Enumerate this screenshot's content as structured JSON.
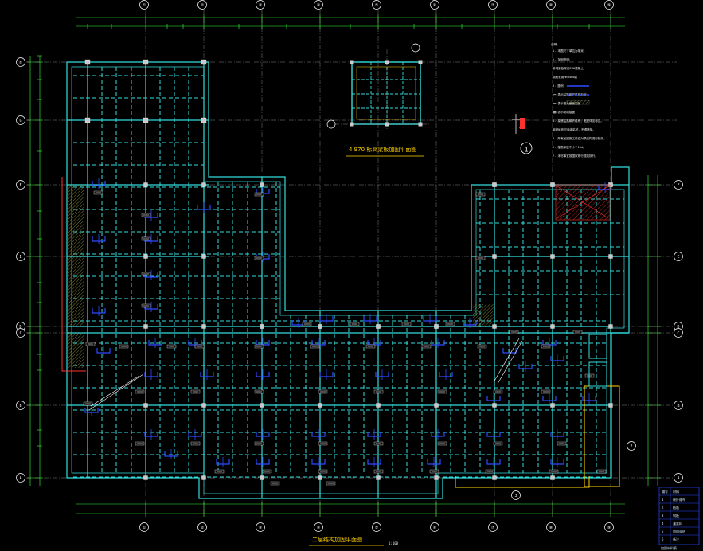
{
  "drawing": {
    "main_title": "二层结构加固平面图",
    "detail_title": "4.970 标高梁板加固平面图",
    "scale_note": "1:100"
  },
  "axes": {
    "top_labels": [
      "①",
      "②",
      "③",
      "④",
      "⑤",
      "⑥",
      "⑦",
      "⑧",
      "⑨"
    ],
    "bottom_labels": [
      "①",
      "②",
      "③",
      "④",
      "⑤",
      "⑥",
      "⑦",
      "⑧",
      "⑨"
    ],
    "left_labels": [
      "H",
      "G",
      "F",
      "E",
      "D",
      "C",
      "B",
      "A"
    ],
    "right_labels": [
      "F",
      "E",
      "D",
      "C",
      "B",
      "A"
    ]
  },
  "notes": {
    "heading": "说明：",
    "lines": [
      "1. 本图尺寸单位为毫米。",
      "2. 加固说明：",
      "   新增梁板采用C30混凝土",
      "   钢筋采用HRB400级",
      "3. 图例：",
      "   ━━ 表示粘贴碳纤维布加固",
      "   ━━ 表示增大截面加固",
      "   ▨▨ 表示新增楼板",
      "4. 梁底粘贴碳纤维布，宽度详见标注。",
      "   碳纤维布应连续粘贴，不得搭接。",
      "5. 所有加固施工前应对原结构进行检测。",
      "6. 植筋深度不小于15d。",
      "7. 未尽事宜按国家现行规范执行。"
    ]
  },
  "detail_marker": "1",
  "table": {
    "header": [
      "编号",
      "材料"
    ],
    "rows": [
      [
        "1",
        "碳纤维布"
      ],
      [
        "2",
        "植筋"
      ],
      [
        "3",
        "钢板"
      ],
      [
        "4",
        "灌浆料"
      ],
      [
        "5",
        "加固说明"
      ],
      [
        "6",
        "备注"
      ]
    ],
    "footer": "加固材料表"
  },
  "colors": {
    "background": "#000000",
    "beam": "#33dddd",
    "grid": "#ffffff",
    "dim": "#39ff39",
    "reinforce": "#2f4bff",
    "highlight": "#ff3030",
    "accent": "#ffd400"
  }
}
